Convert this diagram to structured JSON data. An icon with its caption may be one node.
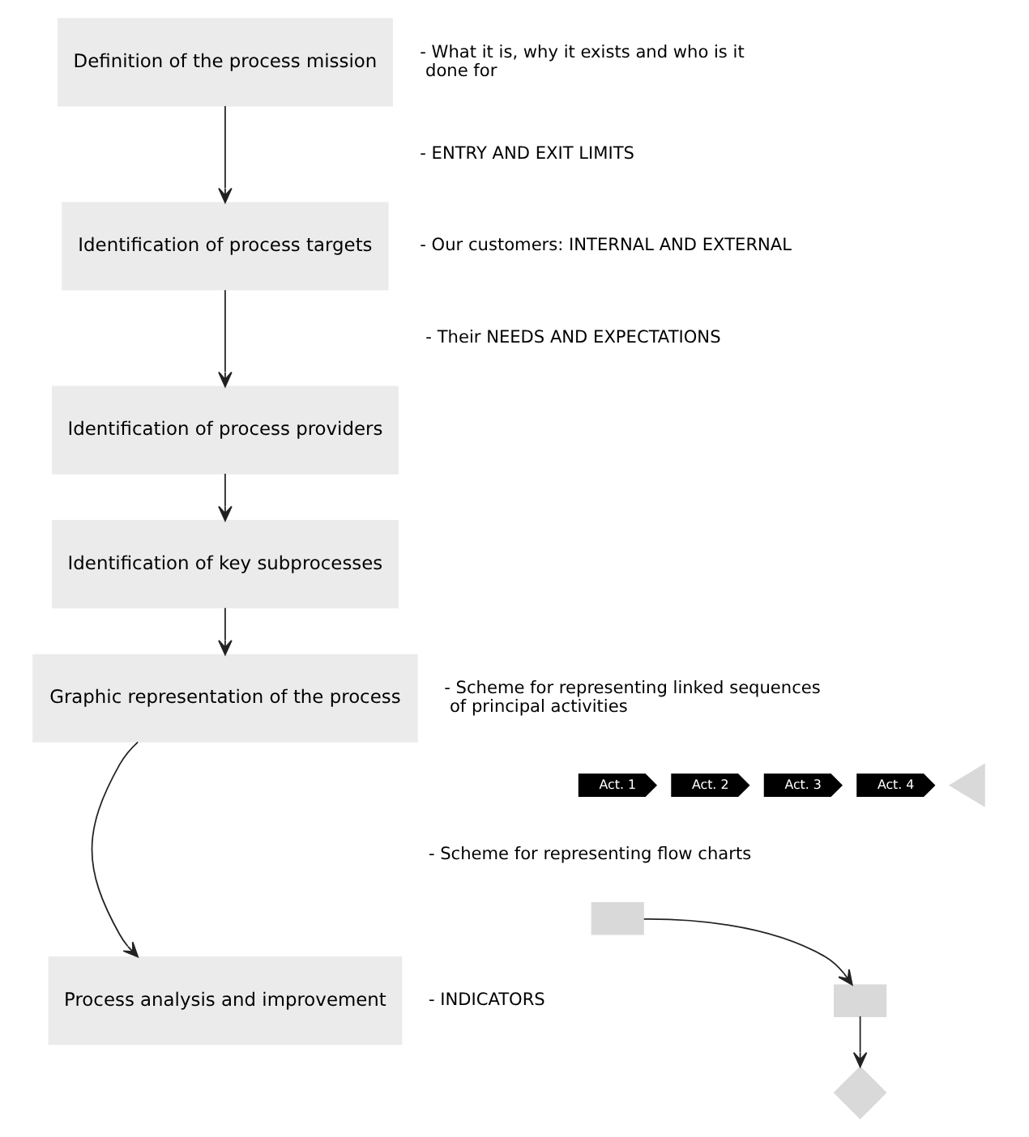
{
  "diagram": {
    "nodes": [
      {
        "text": [
          "Definition of the process mission"
        ]
      },
      {
        "text": [
          "Identification of process targets"
        ]
      },
      {
        "text": [
          "Identification of process providers"
        ]
      },
      {
        "text": [
          "Identification of key subprocesses"
        ]
      },
      {
        "text": [
          "Graphic representation of the process"
        ]
      },
      {
        "text": [
          "Process analysis and improvement"
        ]
      },
      {
        "text": [
          "Act. 1"
        ]
      },
      {
        "text": [
          "Act. 2"
        ]
      },
      {
        "text": [
          "Act. 3"
        ]
      },
      {
        "text": [
          "Act. 4"
        ]
      },
      {
        "text": [],
        "shape": "triangle"
      },
      {
        "text": [],
        "shape": "box"
      },
      {
        "text": [],
        "shape": "box"
      },
      {
        "text": [],
        "shape": "diamond"
      }
    ],
    "edges": [
      {
        "from": 0,
        "to": 1,
        "arrow": "to"
      },
      {
        "from": 1,
        "to": 2,
        "arrow": "to"
      },
      {
        "from": 2,
        "to": 3,
        "arrow": "to"
      },
      {
        "from": 3,
        "to": 4,
        "arrow": "to"
      },
      {
        "from": 4,
        "to": 5,
        "arrow": "to"
      },
      {
        "from": 11,
        "to": 12,
        "arrow": "to"
      },
      {
        "from": 12,
        "to": 13,
        "arrow": "to"
      }
    ],
    "labels": [
      "- What it is, why it exists and who is it done for",
      "- ENTRY AND EXIT LIMITS",
      "- Our customers: INTERNAL AND EXTERNAL",
      "- Their NEEDS AND EXPECTATIONS",
      "- Scheme for representing linked sequences of principal activities",
      "- Scheme for representing flow charts",
      "- INDICATORS"
    ]
  }
}
